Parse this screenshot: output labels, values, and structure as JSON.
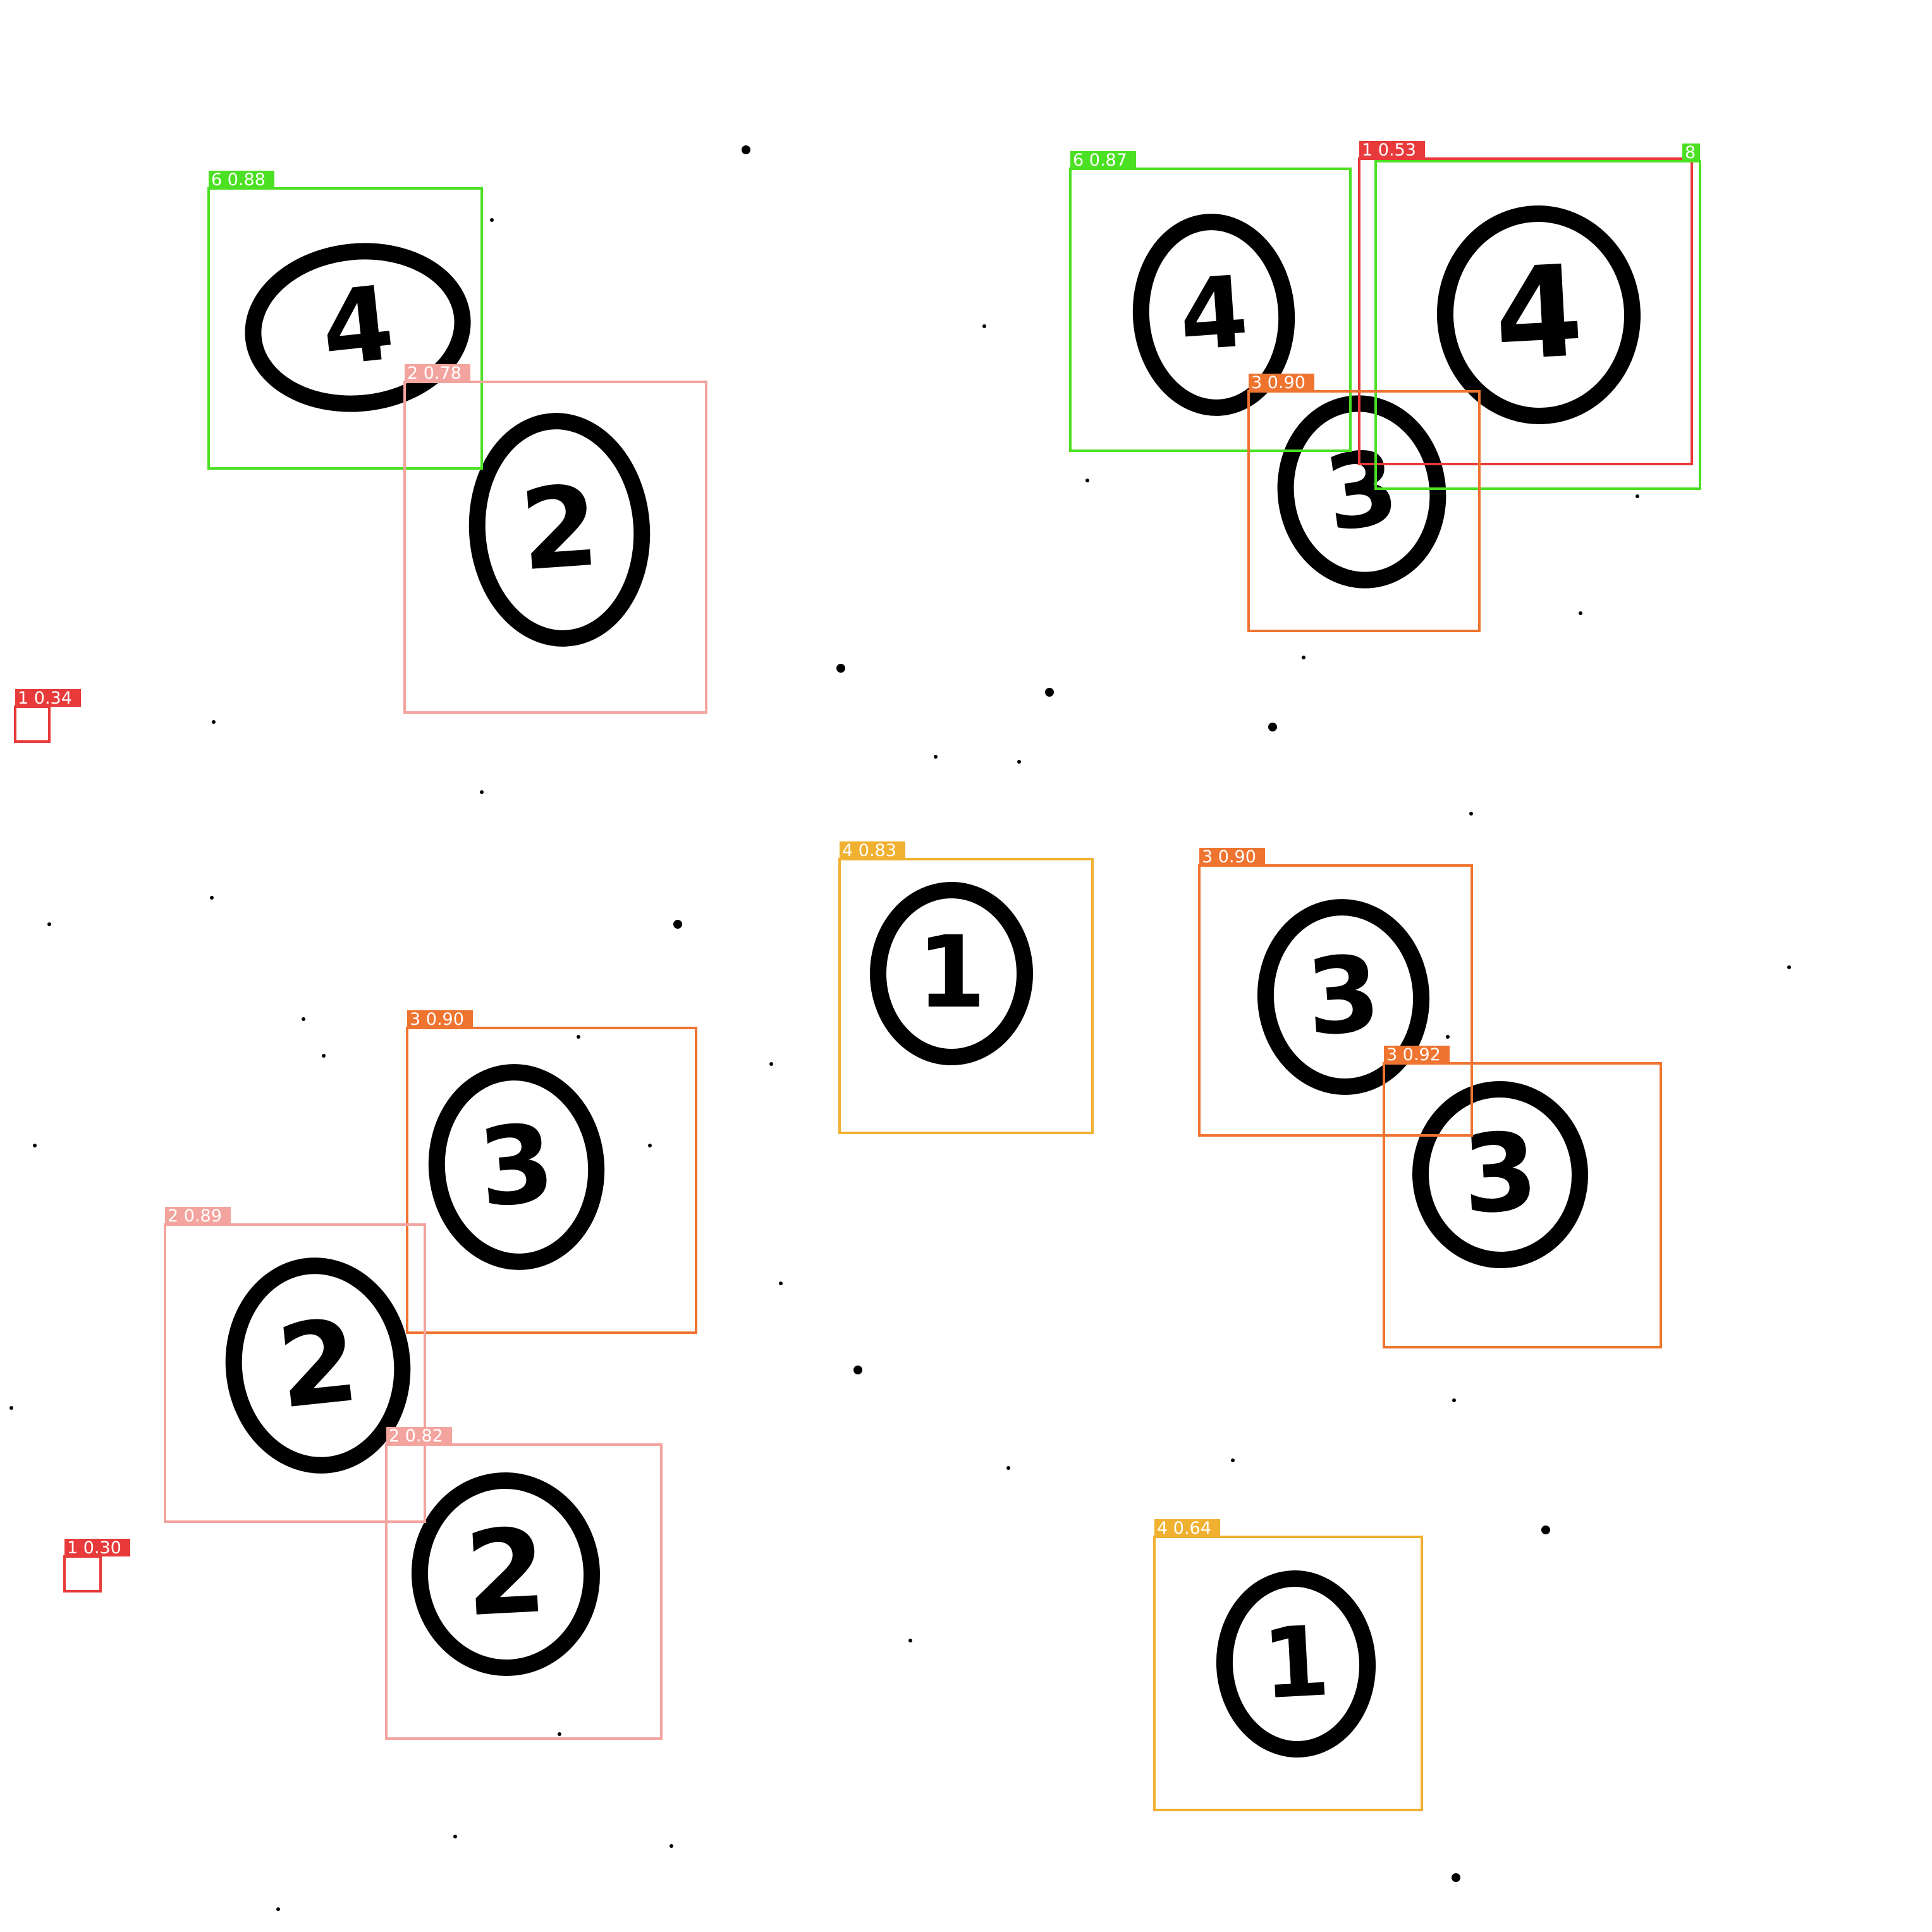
{
  "image": {
    "background": "#ffffff",
    "ink": "#000000",
    "digits": [
      {
        "label": "4"
      },
      {
        "label": "2"
      },
      {
        "label": "4"
      },
      {
        "label": "4"
      },
      {
        "label": "3"
      },
      {
        "label": "1"
      },
      {
        "label": "3"
      },
      {
        "label": "3"
      },
      {
        "label": "3"
      },
      {
        "label": "2"
      },
      {
        "label": "2"
      },
      {
        "label": "1"
      }
    ]
  },
  "detections": [
    {
      "label": "6 0.88",
      "color": "#4be022"
    },
    {
      "label": "2 0.78",
      "color": "#f3a49e"
    },
    {
      "label": "6 0.87",
      "color": "#4be022"
    },
    {
      "label": "1 0.53",
      "color": "#e83a3a"
    },
    {
      "label": "8",
      "color": "#4be022"
    },
    {
      "label": "3 0.90",
      "color": "#ee7430"
    },
    {
      "label": "1 0.34",
      "color": "#e83a3a"
    },
    {
      "label": "4 0.83",
      "color": "#f0b030"
    },
    {
      "label": "3 0.90",
      "color": "#ee7430"
    },
    {
      "label": "3 0.90",
      "color": "#ee7430"
    },
    {
      "label": "3 0.92",
      "color": "#ee7430"
    },
    {
      "label": "2 0.89",
      "color": "#f3a49e"
    },
    {
      "label": "2 0.82",
      "color": "#f3a49e"
    },
    {
      "label": "1 0.30",
      "color": "#e83a3a"
    },
    {
      "label": "4 0.64",
      "color": "#f0b030"
    }
  ]
}
